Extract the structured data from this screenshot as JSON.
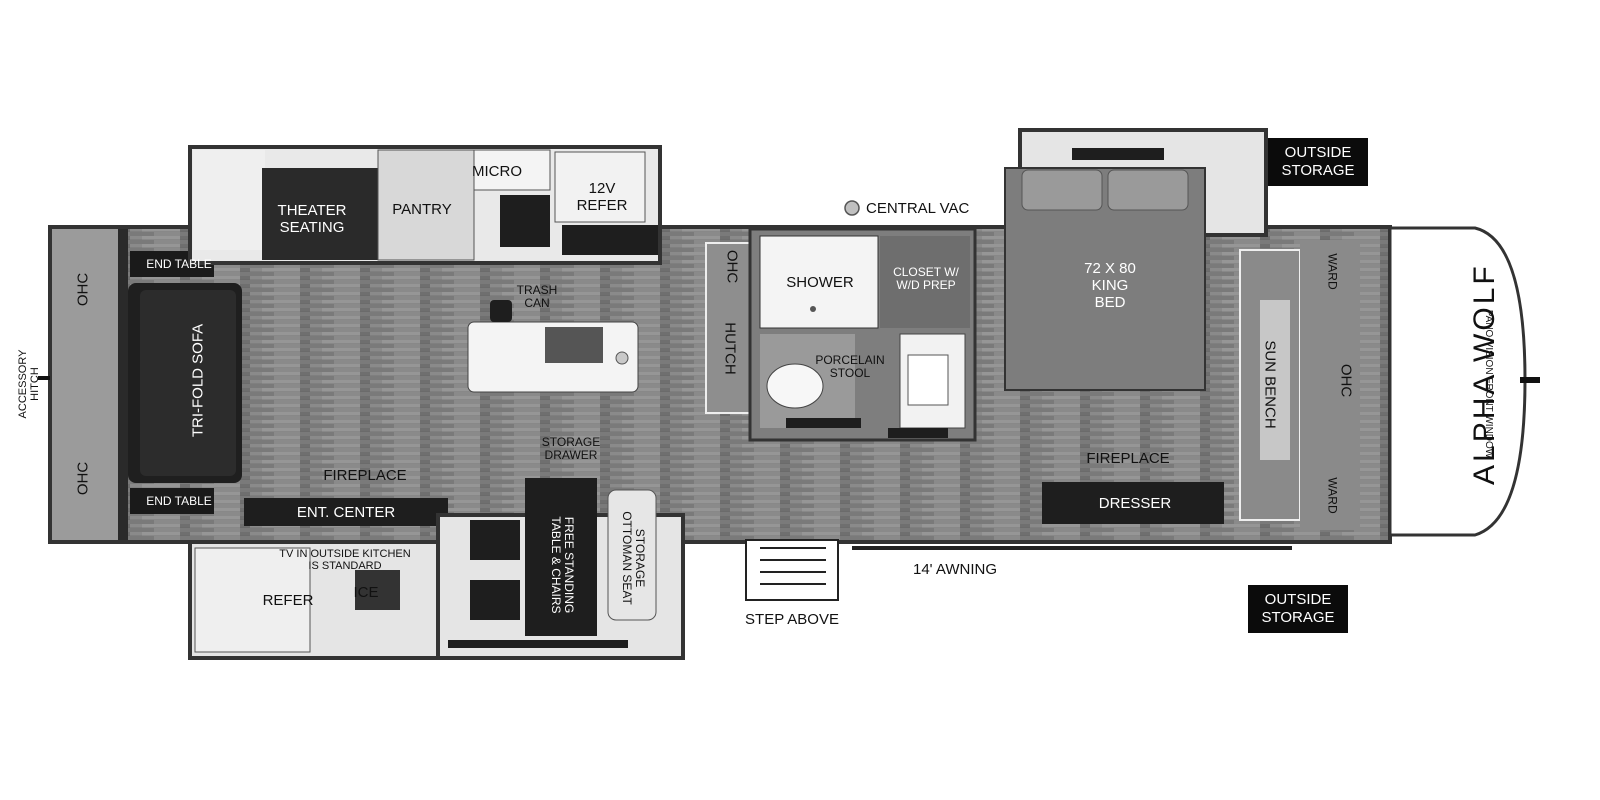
{
  "labels": {
    "accessory_hitch": "ACCESSORY\nHITCH",
    "ohc_top_left": "OHC",
    "ohc_bottom_left": "OHC",
    "end_table_top": "END TABLE",
    "end_table_bottom": "END TABLE",
    "tri_fold_sofa": "TRI-FOLD SOFA",
    "theater_seating": "THEATER\nSEATING",
    "pantry": "PANTRY",
    "micro": "MICRO",
    "refer_12v": "12V\nREFER",
    "trash_can": "TRASH\nCAN",
    "central_vac": "CENTRAL VAC",
    "ohc_hutch": "OHC",
    "hutch": "HUTCH",
    "shower": "SHOWER",
    "closet": "CLOSET W/\nW/D PREP",
    "porcelain_stool": "PORCELAIN\nSTOOL",
    "king_bed": "72 X 80\nKING\nBED",
    "ward_top": "WARD",
    "ward_bottom": "WARD",
    "ohc_front": "OHC",
    "sun_bench": "SUN BENCH",
    "fireplace_left": "FIREPLACE",
    "ent_center": "ENT. CENTER",
    "storage_drawer": "STORAGE\nDRAWER",
    "free_standing_table": "FREE STANDING\nTABLE & CHAIRS",
    "storage_ottoman": "STORAGE\nOTTOMAN SEAT",
    "tv_outside_kitchen": "TV IN OUTSIDE KITCHEN\nIS STANDARD",
    "refer": "REFER",
    "ice": "ICE",
    "step_above": "STEP ABOVE",
    "awning": "14' AWNING",
    "fireplace_right": "FIREPLACE",
    "dresser": "DRESSER",
    "outside_storage_top": "OUTSIDE\nSTORAGE",
    "outside_storage_bottom": "OUTSIDE\nSTORAGE",
    "brand": "ALPHA WOLF",
    "pano_window": "PANO-VISION FRONT WINDOW"
  }
}
